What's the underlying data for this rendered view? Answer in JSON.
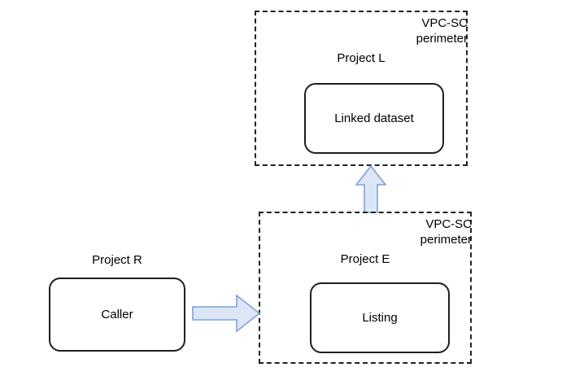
{
  "diagram": {
    "title": "VPC-SC perimeter data exchange diagram",
    "colors": {
      "box_border": "#1f1f1f",
      "perimeter_border": "#222222",
      "arrow_fill": "#dce6f5",
      "arrow_stroke": "#7ba3d8",
      "background": "#ffffff",
      "text": "#000000"
    },
    "perimeters": [
      {
        "id": "perimeter-top",
        "perimeter_label": "VPC-SC\nperimeter",
        "project_label": "Project L",
        "node_label": "Linked dataset"
      },
      {
        "id": "perimeter-bottom",
        "perimeter_label": "VPC-SC\nperimeter",
        "project_label": "Project E",
        "node_label": "Listing"
      }
    ],
    "external": {
      "project_label": "Project R",
      "node_label": "Caller"
    },
    "arrows": [
      {
        "id": "arrow-right",
        "direction": "right",
        "from": "Caller",
        "to": "Listing"
      },
      {
        "id": "arrow-up",
        "direction": "up",
        "from": "Listing",
        "to": "Linked dataset"
      }
    ]
  }
}
